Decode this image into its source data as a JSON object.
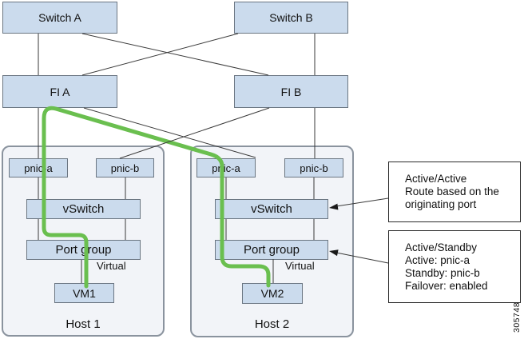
{
  "figure": {
    "nodes": {
      "switch_a": "Switch A",
      "switch_b": "Switch B",
      "fi_a": "FI A",
      "fi_b": "FI B"
    },
    "hosts": [
      {
        "label": "Host 1",
        "pnic_a": "pnic-a",
        "pnic_b": "pnic-b",
        "vswitch": "vSwitch",
        "port_group": "Port group",
        "virtual_label": "Virtual",
        "vm": "VM1"
      },
      {
        "label": "Host 2",
        "pnic_a": "pnic-a",
        "pnic_b": "pnic-b",
        "vswitch": "vSwitch",
        "port_group": "Port group",
        "virtual_label": "Virtual",
        "vm": "VM2"
      }
    ],
    "callouts": [
      {
        "lines": [
          "Active/Active",
          "Route based on the",
          "originating port"
        ]
      },
      {
        "lines": [
          "Active/Standby",
          "Active: pnic-a",
          "Standby: pnic-b",
          "Failover: enabled"
        ]
      }
    ],
    "figure_number": "305748",
    "colors": {
      "node_fill": "#cbdbed",
      "node_border": "#6b7682",
      "host_fill": "#f2f4f8",
      "host_border": "#8a939e",
      "connector": "#3a3a3a",
      "active_path": "#6abf4f"
    }
  }
}
